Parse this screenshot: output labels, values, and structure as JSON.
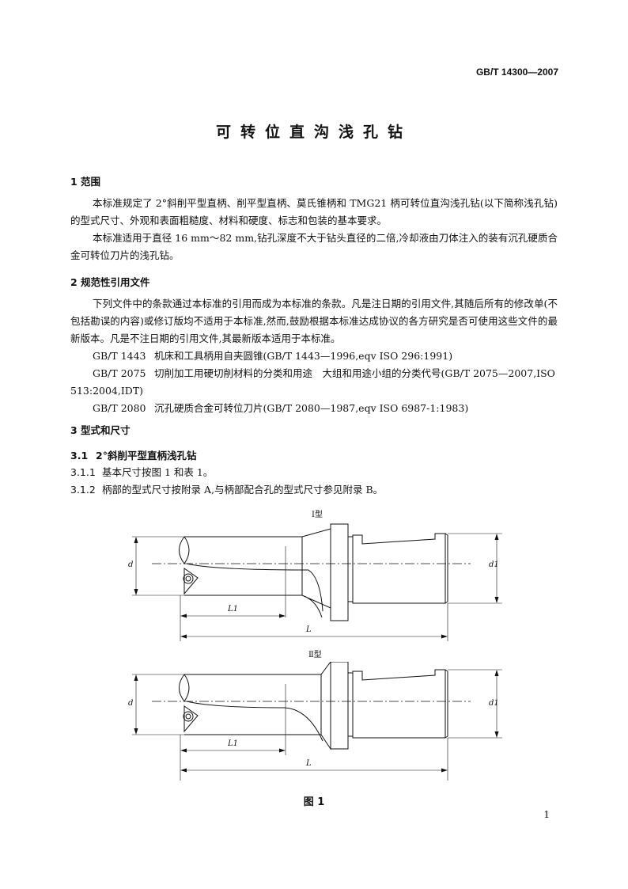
{
  "header": {
    "standard_no": "GB/T  14300—2007"
  },
  "title": "可转位直沟浅孔钻",
  "sections": {
    "s1": {
      "heading": "1  范围",
      "p1": "本标准规定了 2°斜削平型直柄、削平型直柄、莫氏锥柄和 TMG21 柄可转位直沟浅孔钻(以下简称浅孔钻)的型式尺寸、外观和表面粗糙度、材料和硬度、标志和包装的基本要求。",
      "p2": "本标准适用于直径 16 mm～82 mm,钻孔深度不大于钻头直径的二倍,冷却液由刀体注入的装有沉孔硬质合金可转位刀片的浅孔钻。"
    },
    "s2": {
      "heading": "2  规范性引用文件",
      "p1": "下列文件中的条款通过本标准的引用而成为本标准的条款。凡是注日期的引用文件,其随后所有的修改单(不包括勘误的内容)或修订版均不适用于本标准,然而,鼓励根据本标准达成协议的各方研究是否可使用这些文件的最新版本。凡是不注日期的引用文件,其最新版本适用于本标准。",
      "refs": [
        {
          "code": "GB/T 1443",
          "text": "机床和工具柄用自夹圆锥(GB/T 1443—1996,eqv ISO 296:1991)"
        },
        {
          "code": "GB/T 2075",
          "text": "切削加工用硬切削材料的分类和用途　大组和用途小组的分类代号(GB/T 2075—2007,ISO 513:2004,IDT)"
        },
        {
          "code": "GB/T 2080",
          "text": "沉孔硬质合金可转位刀片(GB/T 2080—1987,eqv ISO 6987-1:1983)"
        }
      ]
    },
    "s3": {
      "heading": "3  型式和尺寸",
      "s31": {
        "num": "3.1",
        "text": "2°斜削平型直柄浅孔钻"
      },
      "s311": {
        "num": "3.1.1",
        "text": "基本尺寸按图 1 和表 1。"
      },
      "s312": {
        "num": "3.1.2",
        "text": "柄部的型式尺寸按附录 A,与柄部配合孔的型式尺寸参见附录 B。"
      }
    }
  },
  "figure": {
    "type1_label": "Ⅰ型",
    "type2_label": "Ⅱ型",
    "dim_d": "d",
    "dim_d1": "d1",
    "dim_L1": "L1",
    "dim_L": "L",
    "caption": "图 1"
  },
  "page_number": "1"
}
